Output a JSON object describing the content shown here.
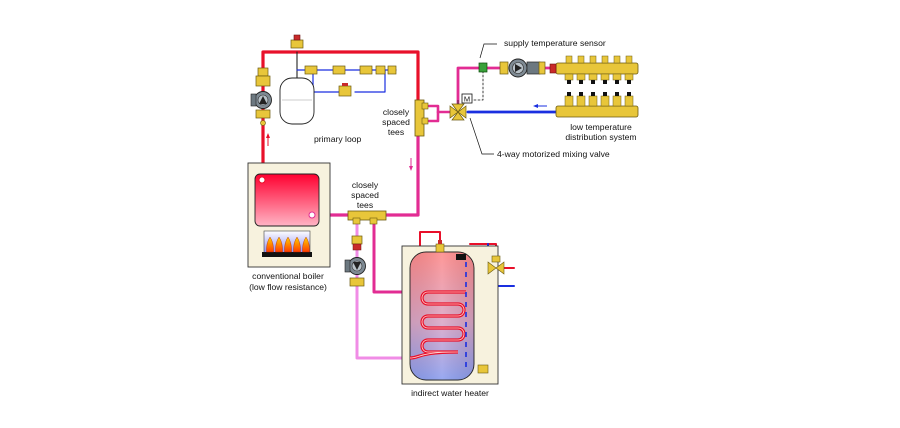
{
  "labels": {
    "supply_sensor": "supply temperature sensor",
    "closely_tees_top": [
      "closely",
      "spaced",
      "tees"
    ],
    "primary_loop": "primary loop",
    "low_temp": [
      "low temperature",
      "distribution system"
    ],
    "mixing_valve": "4-way motorized mixing valve",
    "closely_tees_bottom": [
      "closely",
      "spaced",
      "tees"
    ],
    "boiler": [
      "conventional boiler",
      "(low flow resistance)"
    ],
    "water_heater": "indirect water heater",
    "motor_badge": "M"
  },
  "colors": {
    "supply_red": "#e8102a",
    "return_pink": "#e22c93",
    "light_pink": "#f08ce6",
    "cold_blue": "#1a2fe0",
    "brass": "#e8c63a",
    "boiler_fill": "#f7f2de"
  },
  "icons": [
    "circulator-pump-icon",
    "expansion-tank-icon",
    "mixing-valve-icon",
    "flame-icon",
    "manifold-icon",
    "coil-icon",
    "relief-valve-icon"
  ]
}
